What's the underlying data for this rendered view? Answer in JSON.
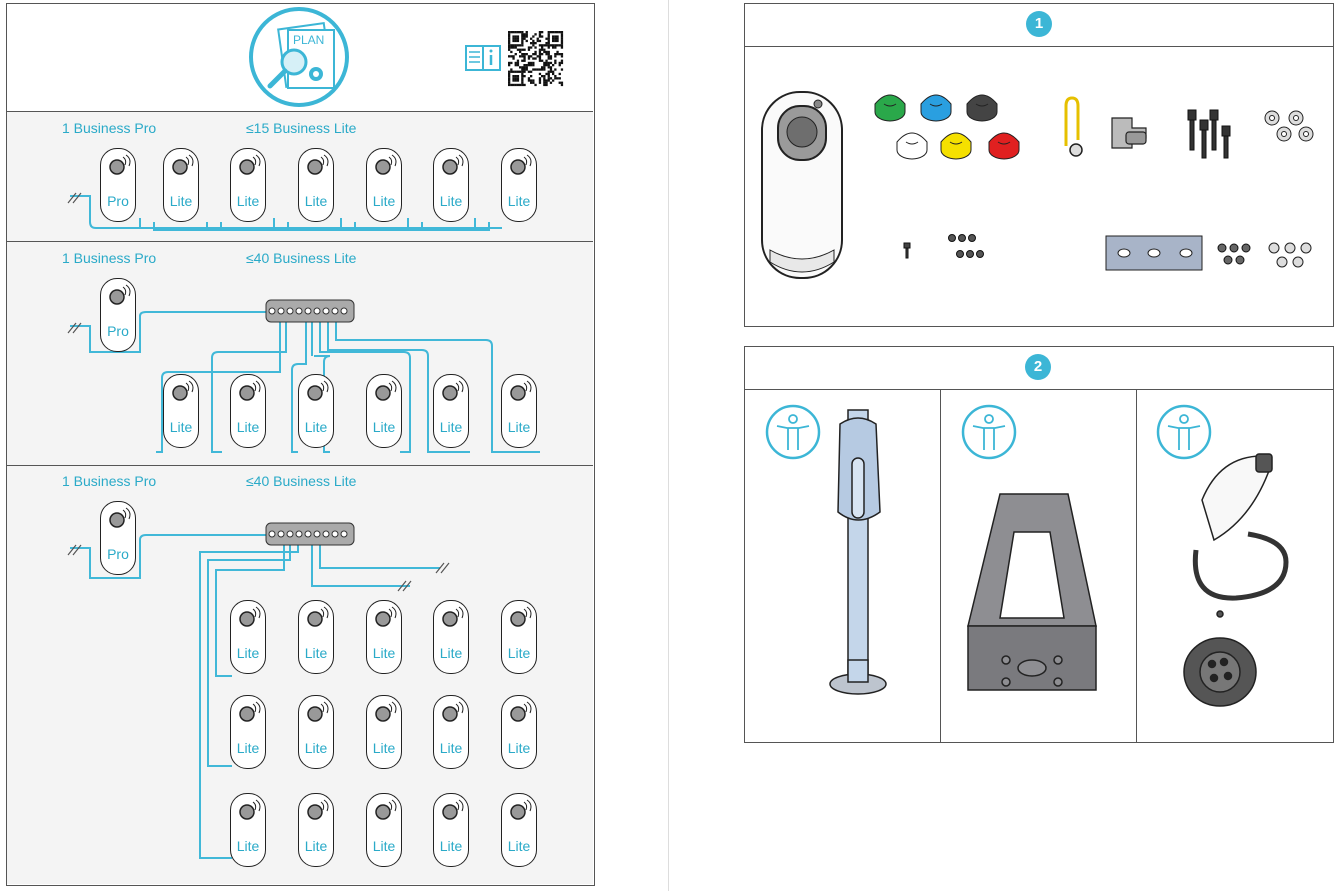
{
  "header": {
    "plan_label": "PLAN"
  },
  "diagrams": [
    {
      "pro_label": "1 Business Pro",
      "lite_label": "≤15 Business Lite"
    },
    {
      "pro_label": "1 Business Pro",
      "lite_label": "≤40 Business Lite"
    },
    {
      "pro_label": "1 Business Pro",
      "lite_label": "≤40 Business Lite"
    }
  ],
  "unit_labels": {
    "pro": "Pro",
    "lite": "Lite"
  },
  "steps": [
    {
      "number": "1"
    },
    {
      "number": "2"
    }
  ],
  "colors": {
    "accent": "#2aaac8",
    "cable": "#41b8d8",
    "border": "#555555",
    "section_bg": "#f4f4f4",
    "cap_colors": [
      "#2aa84a",
      "#2a9fe0",
      "#444444",
      "#ffffff",
      "#f5e000",
      "#e02020"
    ]
  },
  "icons": {
    "plan_icon": "magnifier-document-gear-icon",
    "manual_icon": "open-book-info-icon",
    "qr": "qr-code",
    "person_icon": "person-arms-out-icon"
  }
}
